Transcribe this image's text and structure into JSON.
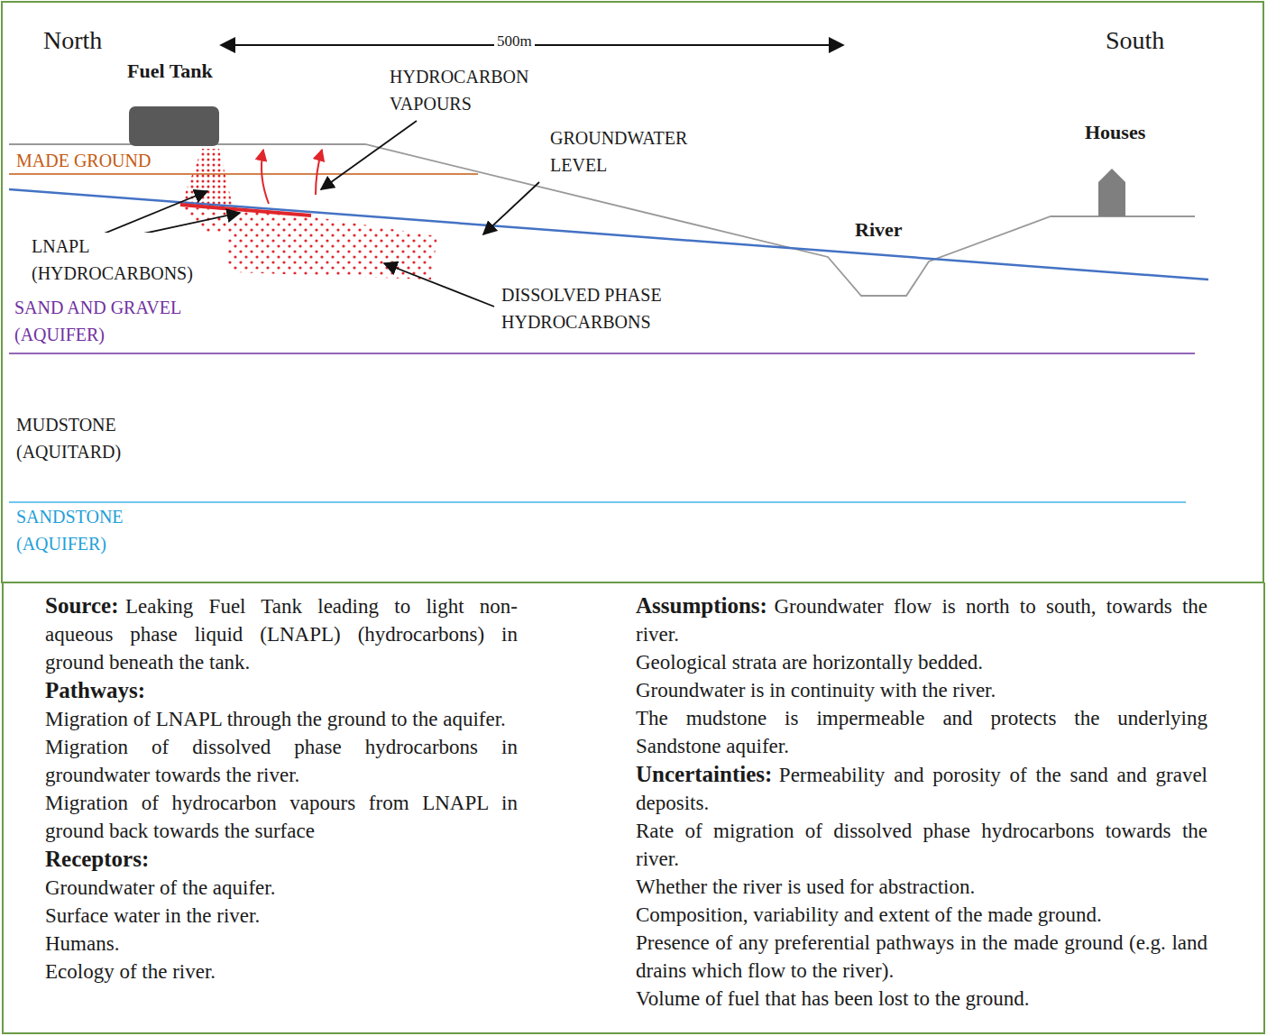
{
  "diagram": {
    "nodes": [
      {
        "text": [
          "Fuel Tank"
        ]
      },
      {
        "text": [
          "Houses"
        ]
      },
      {
        "text": [
          "Source:",
          "Leaking Fuel Tank leading to light non-aqueous phase liquid (LNAPL) (hydrocarbons) in ground beneath the tank.",
          "Pathways:",
          "Migration of LNAPL through the ground to the aquifer.",
          "Migration of dissolved phase hydrocarbons in groundwater towards the river.",
          "Migration of hydrocarbon vapours from LNAPL in ground back towards the surface",
          "Receptors:",
          "Groundwater of the aquifer.",
          "Surface water in the river.",
          "Humans.",
          "Ecology of the river.",
          "Assumptions:",
          "Groundwater flow is north to south, towards the river.",
          "Geological strata are horizontally bedded.",
          "Groundwater is in continuity with the river.",
          "The mudstone is impermeable and protects the underlying Sandstone aquifer.",
          "Uncertainties:",
          "Permeability and porosity of the sand and gravel deposits.",
          "Rate of migration of dissolved phase hydrocarbons towards the river.",
          "Whether the river is used for abstraction.",
          "Composition, variability and extent of the made ground.",
          "Presence of any preferential pathways in the made ground (e.g. land drains which flow to the river).",
          "Volume of fuel that has been lost to the ground."
        ]
      }
    ],
    "labels": [
      "North",
      "500m",
      "South",
      "HYDROCARBON VAPOURS",
      "GROUNDWATER LEVEL",
      "MADE GROUND",
      "LNAPL (HYDROCARBONS)",
      "River",
      "SAND AND GRAVEL (AQUIFER)",
      "DISSOLVED PHASE HYDROCARBONS",
      "MUDSTONE (AQUITARD)",
      "SANDSTONE (AQUIFER)"
    ]
  }
}
